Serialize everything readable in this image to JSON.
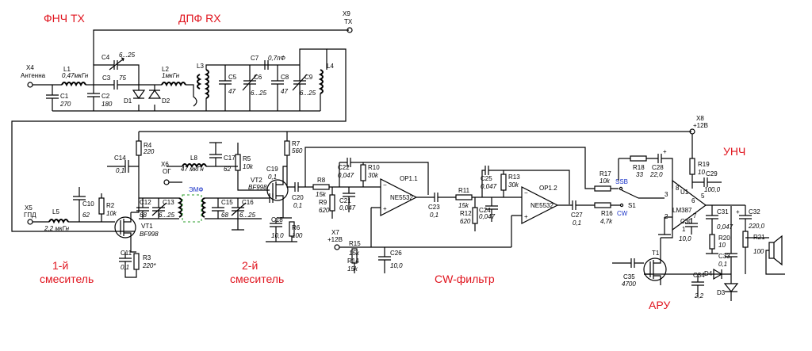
{
  "blocks": {
    "fnch_tx": "ФНЧ ТХ",
    "dpf_rx": "ДПФ RX",
    "mixer1_l1": "1-й",
    "mixer1_l2": "смеситель",
    "mixer2_l1": "2-й",
    "mixer2_l2": "смеситель",
    "cw_filter": "CW-фильтр",
    "aru": "АРУ",
    "unch": "УНЧ"
  },
  "connectors": {
    "x4": "X4",
    "x4_name": "Антенна",
    "x9": "X9",
    "x9_name": "TX",
    "x8": "X8",
    "x8_name": "+12В",
    "x6": "X6",
    "x6_name": "ОГ",
    "x5": "X5",
    "x5_name": "ГПД",
    "x7": "X7",
    "x7_name": "+12В"
  },
  "components": {
    "l1": "L1",
    "l1_v": "0,47мкГн",
    "c1": "C1",
    "c1_v": "270",
    "c2": "C2",
    "c2_v": "180",
    "c3": "C3",
    "c3_v": "75",
    "c4": "C4",
    "c4_v": "6...25",
    "l2": "L2",
    "l2_v": "1мкГн",
    "d1": "D1",
    "d2": "D2",
    "l3": "L3",
    "c5": "C5",
    "c5_v": "47",
    "c6": "C6",
    "c6_v": "6...25",
    "c7": "C7",
    "c7_v": "0,7пФ",
    "c8": "C8",
    "c8_v": "47",
    "c9": "C9",
    "c9_v": "6...25",
    "l4": "L4",
    "r4": "R4",
    "r4_v": "220",
    "c14": "C14",
    "c14_v": "0,1",
    "l8": "L8",
    "l8_v": "47 мкГн",
    "c17": "C17",
    "c17_v": "62",
    "r5": "R5",
    "r5_v": "10k",
    "r7": "R7",
    "r7_v": "560",
    "c19": "C19",
    "c19_v": "0,1",
    "vt2": "VT2",
    "vt2_v": "BF998",
    "emf": "ЭМФ",
    "c10": "C10",
    "c10_v": "62",
    "r2": "R2",
    "r2_v": "10k",
    "c12": "C12",
    "c12_v": "68",
    "c13": "C13",
    "c13_v": "6...25",
    "c15": "C15",
    "c15_v": "68",
    "c16": "C16",
    "c16_v": "6...25",
    "l5": "L5",
    "l5_v": "2,2 мкГн",
    "vt1": "VT1",
    "vt1_v": "BF998",
    "c11": "C11",
    "c11_v": "0,1",
    "r3": "R3",
    "r3_v": "220*",
    "c20": "C20",
    "c20_v": "0,1",
    "c18": "C18",
    "c18_v": "10,0",
    "r6": "R6",
    "r6_v": "100",
    "r8": "R8",
    "r8_v": "15k",
    "r9": "R9",
    "r9_v": "620",
    "c21": "C21",
    "c21_v": "0,047",
    "c22": "C22",
    "c22_v": "0,047",
    "r10": "R10",
    "r10_v": "30k",
    "op11": "OP1.1",
    "op12": "OP1.2",
    "ne5532a": "NE5532",
    "ne5532b": "NE5532",
    "c23": "C23",
    "c23_v": "0,1",
    "r11": "R11",
    "r11_v": "15k",
    "r12": "R12",
    "r12_v": "620",
    "c24": "C24",
    "c24_v": "0,047",
    "c25": "C25",
    "c25_v": "0,047",
    "r13": "R13",
    "r13_v": "30k",
    "c27": "C27",
    "c27_v": "0,1",
    "r15": "R15",
    "r15_v": "15k",
    "r14": "R14",
    "r14_v": "15k",
    "c26": "C26",
    "c26_v": "10,0",
    "r17": "R17",
    "r17_v": "10k",
    "r16": "R16",
    "r16_v": "4,7k",
    "ssb": "SSB",
    "cw": "CW",
    "s1": "S1",
    "r18": "R18",
    "r18_v": "33",
    "c28": "C28",
    "c28_v": "22,0",
    "r19": "R19",
    "r19_v": "10",
    "c29": "C29",
    "c29_v": "100,0",
    "u1": "U1",
    "lm387": "LM387",
    "c30": "C30",
    "c30_v": "10,0",
    "c31": "C31",
    "c31_v": "0,047",
    "r20": "R20",
    "r20_v": "10",
    "c32": "C32",
    "c32_v": "220,0",
    "r21": "R21",
    "r21_v": "100",
    "c33": "C33",
    "c33_v": "0,1",
    "t1": "T1",
    "c35": "C35",
    "c35_v": "4700",
    "c34": "C34",
    "c34_v": "2,2",
    "d3": "D3",
    "d4": "D4",
    "pin2": "2",
    "pin3": "3",
    "pin5": "5",
    "pin6": "6",
    "pin7": "7",
    "pin8": "8",
    "pin1": "1"
  },
  "colors": {
    "block_label": "#e0141e",
    "switch_label": "#1a33c8",
    "filter_outline": "#2a9d2a"
  }
}
